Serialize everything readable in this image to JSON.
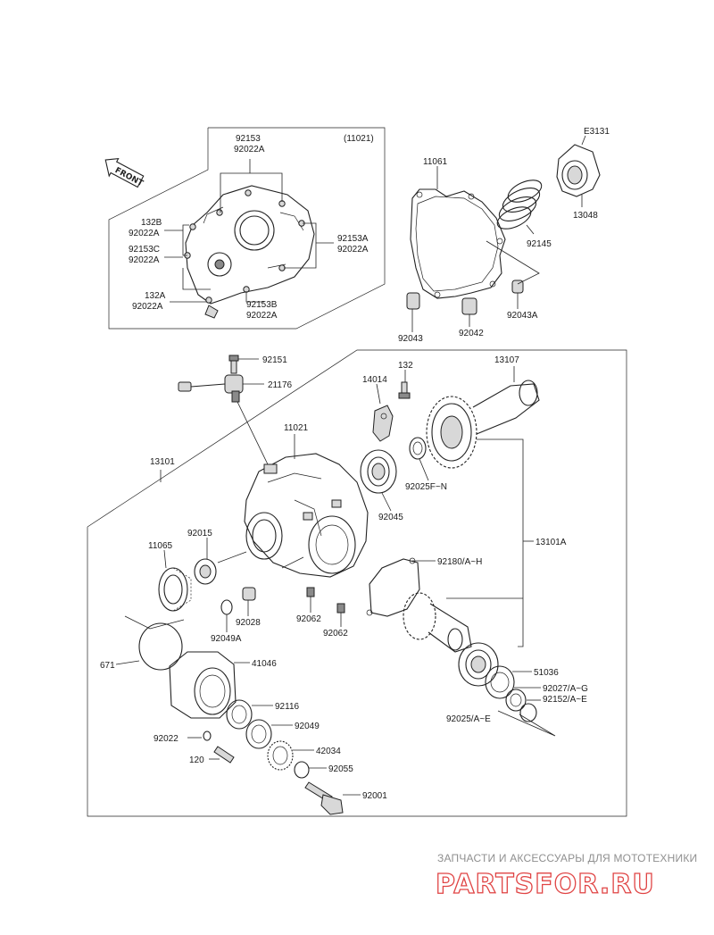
{
  "diagram": {
    "code": "E3131",
    "front_label": "FRONT",
    "inset_label": "(11021)",
    "parts": {
      "p92153": "92153",
      "p92022A_top": "92022A",
      "p132B": "132B",
      "p92022A_l1": "92022A",
      "p92153C": "92153C",
      "p92022A_l2": "92022A",
      "p132A": "132A",
      "p92022A_l3": "92022A",
      "p92153B": "92153B",
      "p92022A_b": "92022A",
      "p92153A": "92153A",
      "p92022A_r": "92022A",
      "p11061": "11061",
      "p13048": "13048",
      "p92145": "92145",
      "p92043A": "92043A",
      "p92042": "92042",
      "p92043": "92043",
      "p92151": "92151",
      "p21176": "21176",
      "p132": "132",
      "p14014": "14014",
      "p13107": "13107",
      "p11021": "11021",
      "p13101": "13101",
      "p92025FN": "92025F~N",
      "p92045": "92045",
      "p13101A": "13101A",
      "p92015": "92015",
      "p11065": "11065",
      "p92180": "92180/A~H",
      "p92028": "92028",
      "p92062a": "92062",
      "p92062b": "92062",
      "p92049A": "92049A",
      "p671": "671",
      "p41046": "41046",
      "p51036": "51036",
      "p92027": "92027/A~G",
      "p92152": "92152/A~E",
      "p92116": "92116",
      "p92025AE": "92025/A~E",
      "p92049": "92049",
      "p92022": "92022",
      "p42034": "42034",
      "p120": "120",
      "p92055": "92055",
      "p92001": "92001"
    }
  },
  "watermark": {
    "tagline": "ЗАПЧАСТИ И АКСЕССУАРЫ ДЛЯ МОТОТЕХНИКИ",
    "brand": "PARTSFOR.RU",
    "brand_color": "#e04545"
  }
}
